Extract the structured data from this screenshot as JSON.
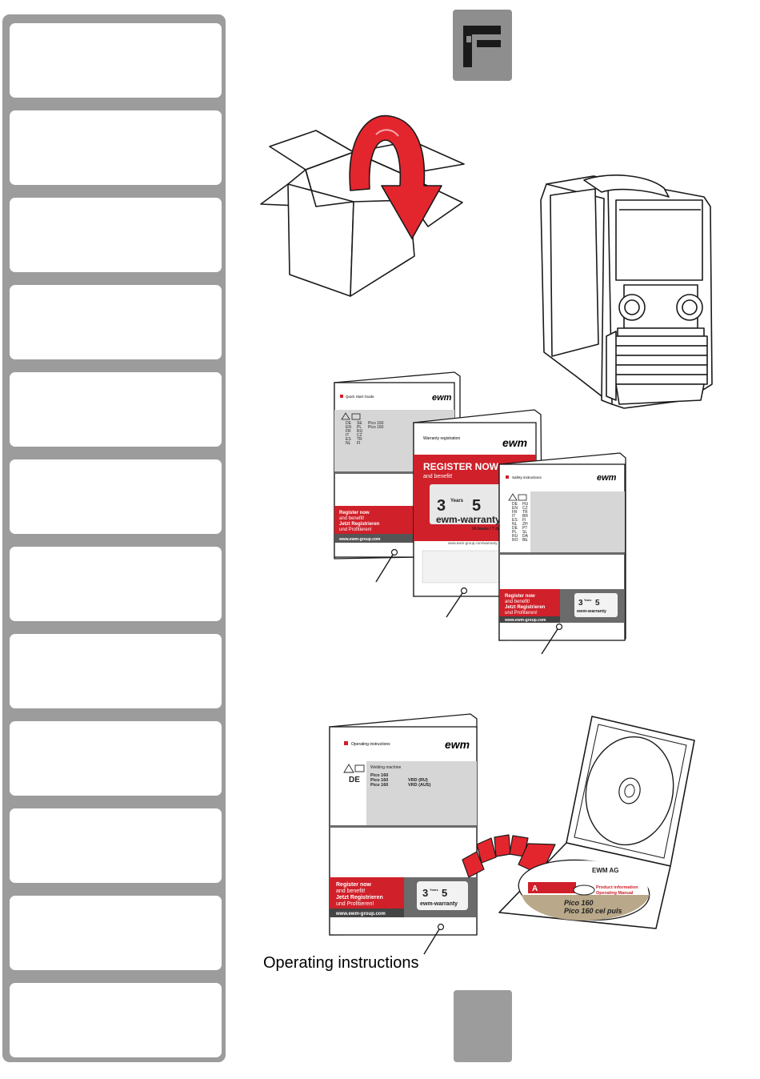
{
  "caption": "Operating instructions",
  "colors": {
    "sidebar": "#9c9c9c",
    "tab_box": "#8e8e8e",
    "ewm_red": "#d0202a",
    "panel_grey": "#d6d6d6",
    "dark_grey": "#6b6b6b"
  },
  "icons": {
    "top_tab": "welding-torch-icon",
    "unpack": "open-box-icon",
    "media": "cd-case-icon"
  },
  "quick_start": {
    "title": "Quick Start Guide",
    "brand": "ewm",
    "languages_left": [
      "DE",
      "EN",
      "FR",
      "IT",
      "ES",
      "NL"
    ],
    "languages_right": [
      "SE",
      "PL",
      "RU",
      "CZ",
      "TR",
      "FI"
    ],
    "models": [
      "Pico 160",
      "Pico 160"
    ],
    "promo": [
      "Register now",
      "and benefit!",
      "Jetzt Registrieren",
      "und Profitieren!"
    ],
    "url": "www.ewm-group.com"
  },
  "warranty": {
    "title": "Warranty registration",
    "brand": "ewm",
    "headline": "REGISTER NOW",
    "subline": "and benefit!",
    "years_a": "3",
    "years_b": "5",
    "years_word": "Years",
    "logo": "ewm-warranty",
    "hours": "24 hours / 7 days",
    "url": "www.ewm-group.com/warranty"
  },
  "safety": {
    "title": "Safety instructions",
    "brand": "ewm",
    "languages_left": [
      "DE",
      "EN",
      "FR",
      "IT",
      "ES",
      "NL",
      "DE",
      "PL",
      "RU",
      "RO"
    ],
    "languages_right": [
      "HU",
      "CZ",
      "TR",
      "BR",
      "FI",
      "ZH",
      "PT",
      "SL",
      "DA",
      "BE"
    ],
    "promo": [
      "Register now",
      "and benefit!",
      "Jetzt Registrieren",
      "und Profitieren!"
    ],
    "url": "www.ewm-group.com",
    "years_a": "3",
    "years_b": "5",
    "years_word": "Years",
    "logo": "ewm-warranty"
  },
  "operating": {
    "title": "Operating instructions",
    "brand": "ewm",
    "lang": "DE",
    "subtitle": "Welding machine",
    "models": [
      "Pico 160",
      "Pico 160",
      "Pico 160"
    ],
    "variants": [
      "",
      "VRD (RU)",
      "VRD (AUS)"
    ],
    "promo": [
      "Register now",
      "and benefit!",
      "Jetzt Registrieren",
      "und Profitieren!"
    ],
    "url": "www.ewm-group.com",
    "years_a": "3",
    "years_b": "5",
    "years_word": "Years",
    "logo": "ewm-warranty"
  },
  "cd": {
    "brand": "EWM AG",
    "label_a": "Product information",
    "label_b": "Operating Manual",
    "model_a": "Pico 160",
    "model_b": "Pico 160 cel puls"
  }
}
